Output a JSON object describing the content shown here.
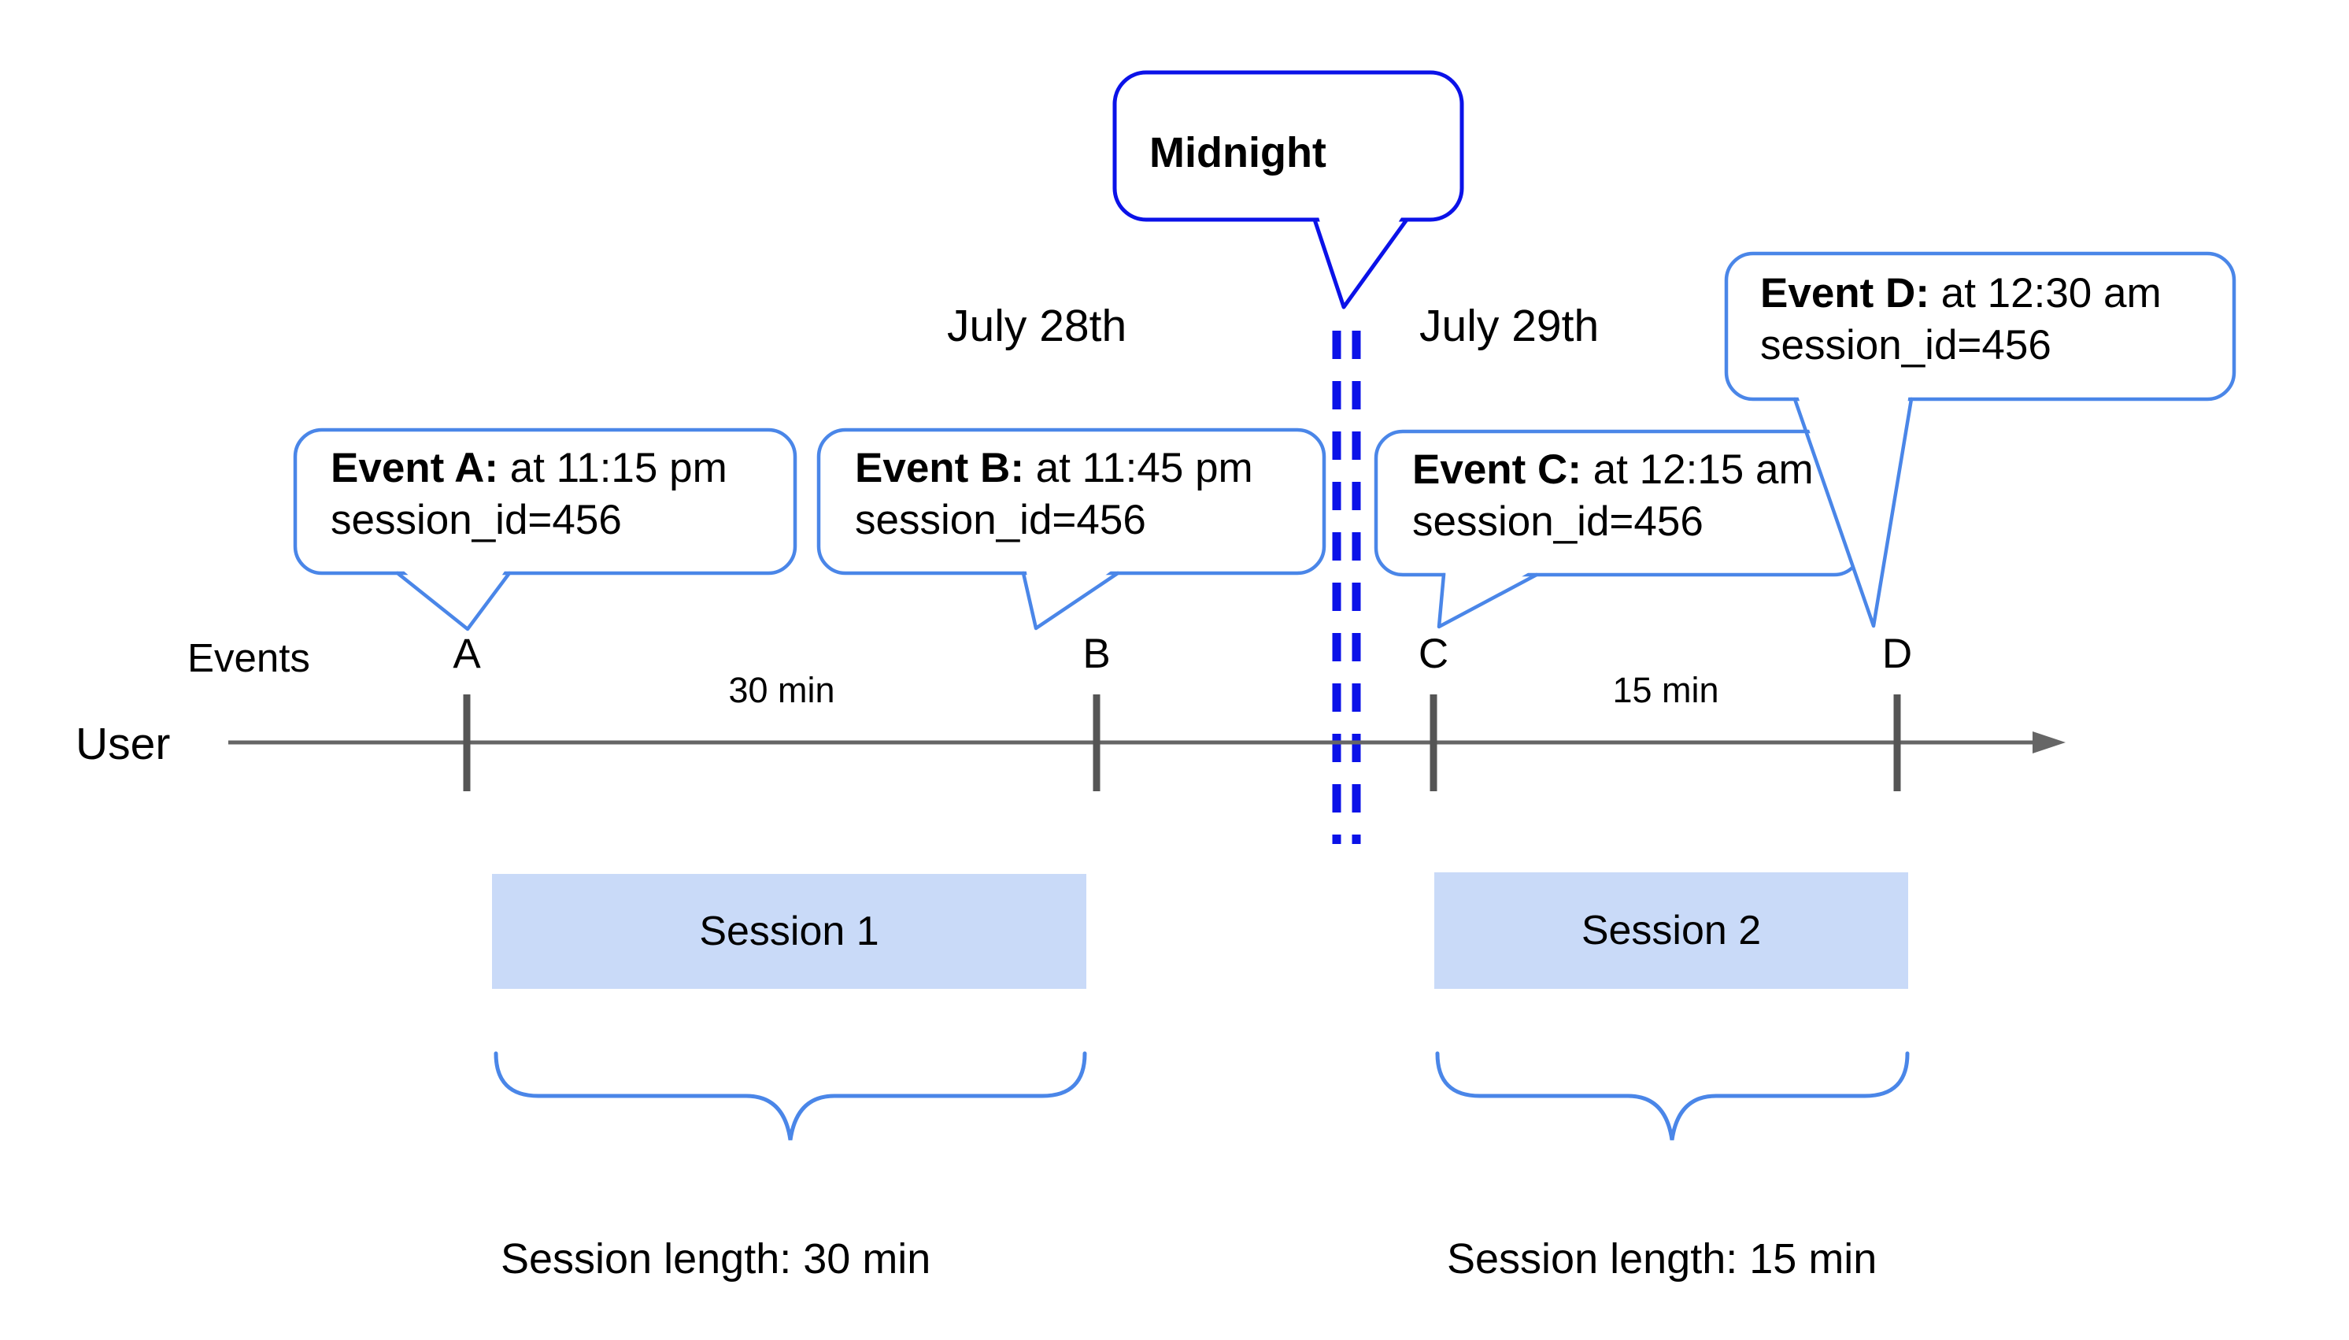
{
  "colors": {
    "accent_blue": "#4a86e8",
    "dark_blue": "#0b12e8",
    "session_fill": "#c9daf8",
    "axis_gray": "#666666",
    "tick_gray": "#555555",
    "text_black": "#000000"
  },
  "axis": {
    "user_label": "User",
    "events_label": "Events"
  },
  "dates": {
    "left": "July 28th",
    "right": "July 29th"
  },
  "midnight": {
    "label": "Midnight"
  },
  "events": [
    {
      "label": "A",
      "title": "Event A:",
      "time": "at 11:15 pm",
      "session": "session_id=456"
    },
    {
      "label": "B",
      "title": "Event B:",
      "time": "at 11:45 pm",
      "session": "session_id=456"
    },
    {
      "label": "C",
      "title": "Event C:",
      "time": "at 12:15 am",
      "session": "session_id=456"
    },
    {
      "label": "D",
      "title": "Event D:",
      "time": "at 12:30 am",
      "session": "session_id=456"
    }
  ],
  "intervals": {
    "first": "30 min",
    "second": "15 min"
  },
  "sessions": [
    {
      "name": "Session 1",
      "length": "Session length: 30 min"
    },
    {
      "name": "Session 2",
      "length": "Session length: 15 min"
    }
  ]
}
